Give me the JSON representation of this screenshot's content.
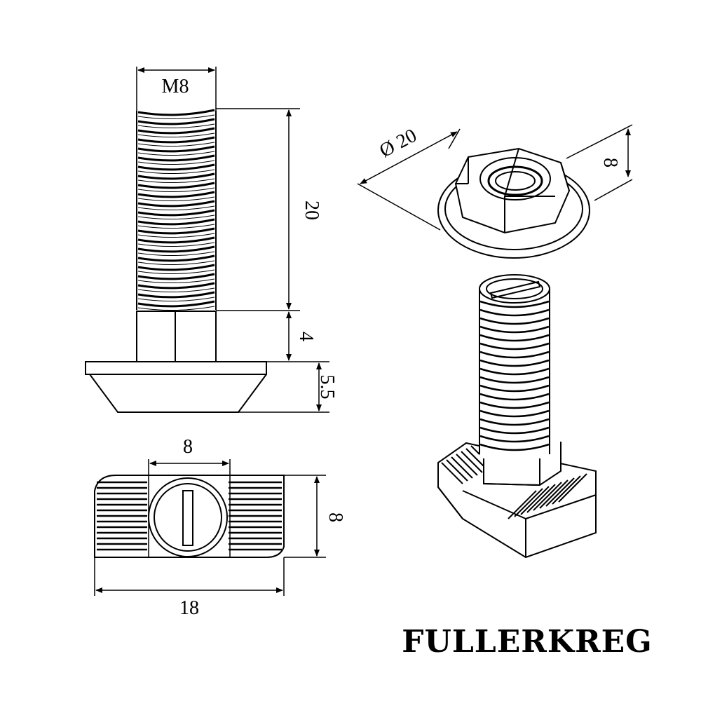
{
  "brand": "FULLERKREG",
  "labels": {
    "thread": "M8",
    "thread_length": "20",
    "neck_height": "4",
    "head_height": "5.5",
    "slot_width": "8",
    "top_width": "8",
    "top_length": "18",
    "nut_diameter": "Ø 20",
    "nut_height": "8"
  }
}
